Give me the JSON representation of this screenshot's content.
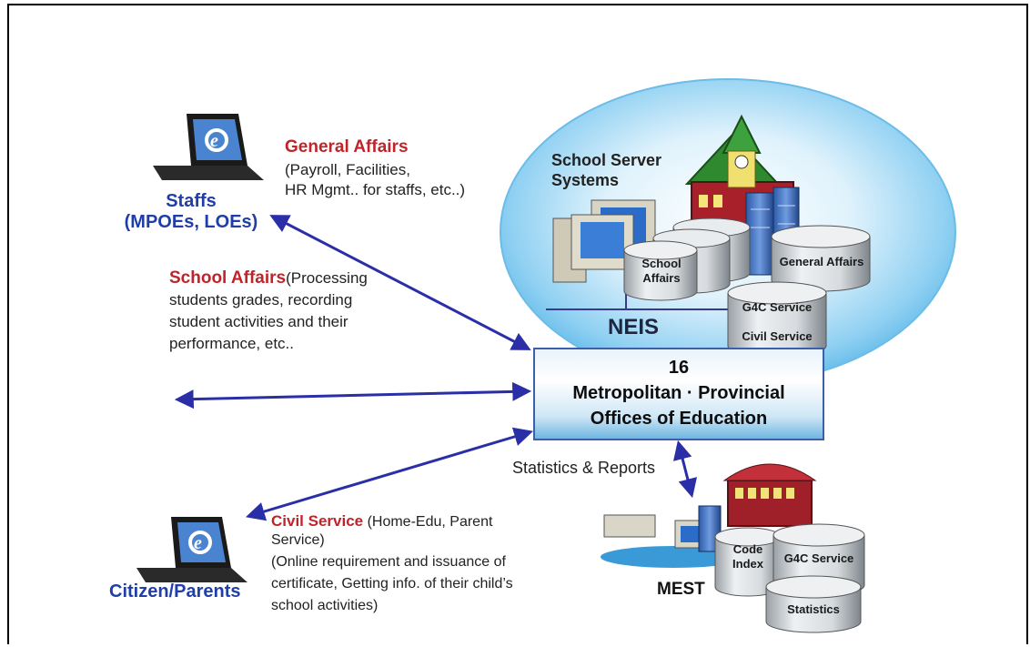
{
  "staffs": {
    "label_line1": "Staffs",
    "label_line2": "(MPOEs, LOEs)"
  },
  "general_affairs": {
    "title": "General Affairs",
    "line1": "(Payroll, Facilities,",
    "line2": "HR Mgmt.. for staffs, etc..)"
  },
  "school_affairs": {
    "title": "School Affairs",
    "line1": "(Processing",
    "line2": "students grades, recording",
    "line3": "student activities and their",
    "line4": "performance,  etc.."
  },
  "school_server": {
    "line1": "School Server",
    "line2": "Systems"
  },
  "neis": {
    "label": "NEIS",
    "cylinders": {
      "school_affairs_line1": "School",
      "school_affairs_line2": "Affairs",
      "general_affairs": "General Affairs",
      "g4c_service": "G4C Service",
      "civil_service": "Civil Service"
    }
  },
  "mpoe": {
    "line1": "16",
    "line2": "Metropolitan · Provincial",
    "line3": "Offices of Education"
  },
  "statistics_reports": "Statistics & Reports",
  "civil_service": {
    "title": "Civil Service",
    "line1_rest": " (Home-Edu, Parent",
    "line2": "Service)",
    "line3": "(Online requirement and issuance of",
    "line4": "certificate, Getting info. of their child’s",
    "line5": "school activities)"
  },
  "citizen": {
    "label": "Citizen/Parents"
  },
  "mest": {
    "label": "MEST",
    "cylinders": {
      "code_index_line1": "Code",
      "code_index_line2": "Index",
      "g4c_service": "G4C Service",
      "statistics": "Statistics"
    }
  },
  "colors": {
    "arrow": "#2a2fa8",
    "red_title": "#c0242a",
    "blue_label": "#1f3ea8",
    "ellipse": "#7fc7ee"
  }
}
